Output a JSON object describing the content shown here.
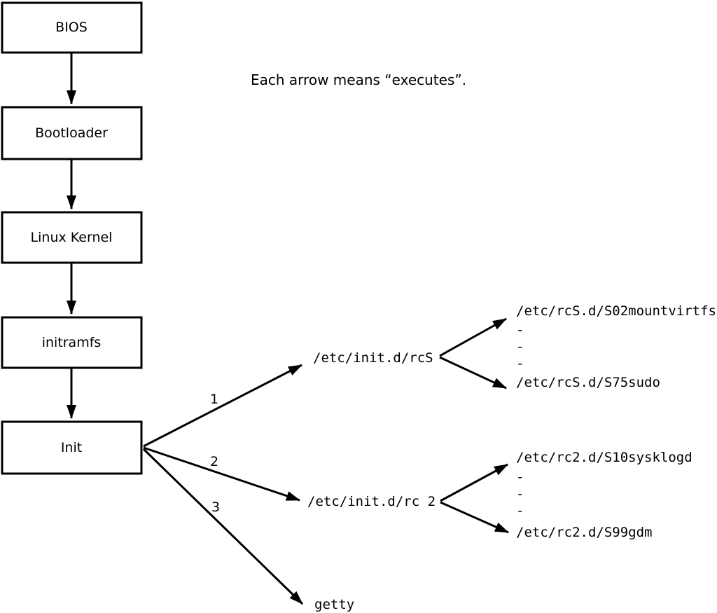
{
  "note": "Each arrow means “executes”.",
  "colors": {
    "line": "#000000",
    "box_fill": "#ffffff",
    "background": "#ffffff"
  },
  "chain": [
    {
      "label": "BIOS"
    },
    {
      "label": "Bootloader"
    },
    {
      "label": "Linux Kernel"
    },
    {
      "label": "initramfs"
    },
    {
      "label": "Init"
    }
  ],
  "init_branches": [
    {
      "order": "1",
      "target": "/etc/init.d/rcS"
    },
    {
      "order": "2",
      "target": "/etc/init.d/rc 2"
    },
    {
      "order": "3",
      "target": "getty"
    }
  ],
  "fanouts": [
    {
      "first": "/etc/rcS.d/S02mountvirtfs",
      "dashes": [
        "-",
        "-",
        "-"
      ],
      "last": "/etc/rcS.d/S75sudo"
    },
    {
      "first": "/etc/rc2.d/S10sysklogd",
      "dashes": [
        "-",
        "-",
        "-"
      ],
      "last": "/etc/rc2.d/S99gdm"
    }
  ]
}
